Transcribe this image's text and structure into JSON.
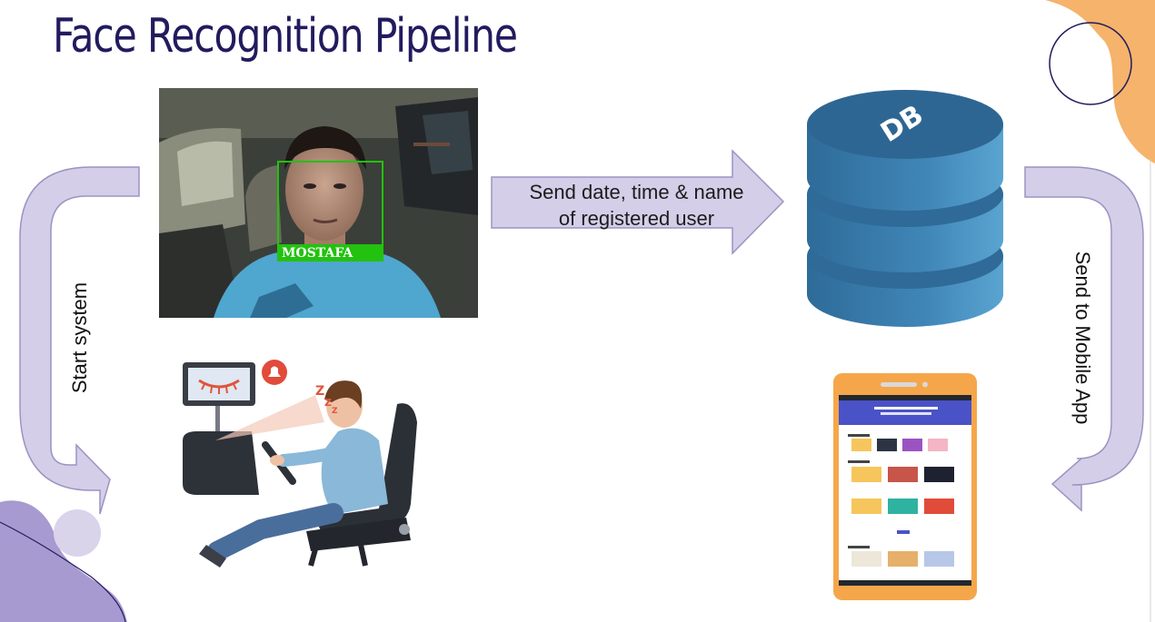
{
  "title": "Face Recognition Pipeline",
  "photo": {
    "name_tag": "MOSTAFA"
  },
  "labels": {
    "send_db_line1": "Send date, time & name",
    "send_db_line2": "of registered user",
    "start_system": "Start system",
    "send_mobile": "Send to Mobile App"
  },
  "db": {
    "text": "DB"
  },
  "colors": {
    "title": "#221b5e",
    "arrow_fill": "#d5cee8",
    "arrow_stroke": "#9b93c2",
    "db_top": "#2e6693",
    "db_side": "#3f84b3",
    "blob_orange": "#f5b36b",
    "blob_purple": "#a79ad0",
    "tag_green": "#22c20e"
  },
  "icons": [
    "face-photo",
    "database-icon",
    "drowsy-driver-illustration",
    "mobile-app-icon",
    "alarm-icon"
  ]
}
